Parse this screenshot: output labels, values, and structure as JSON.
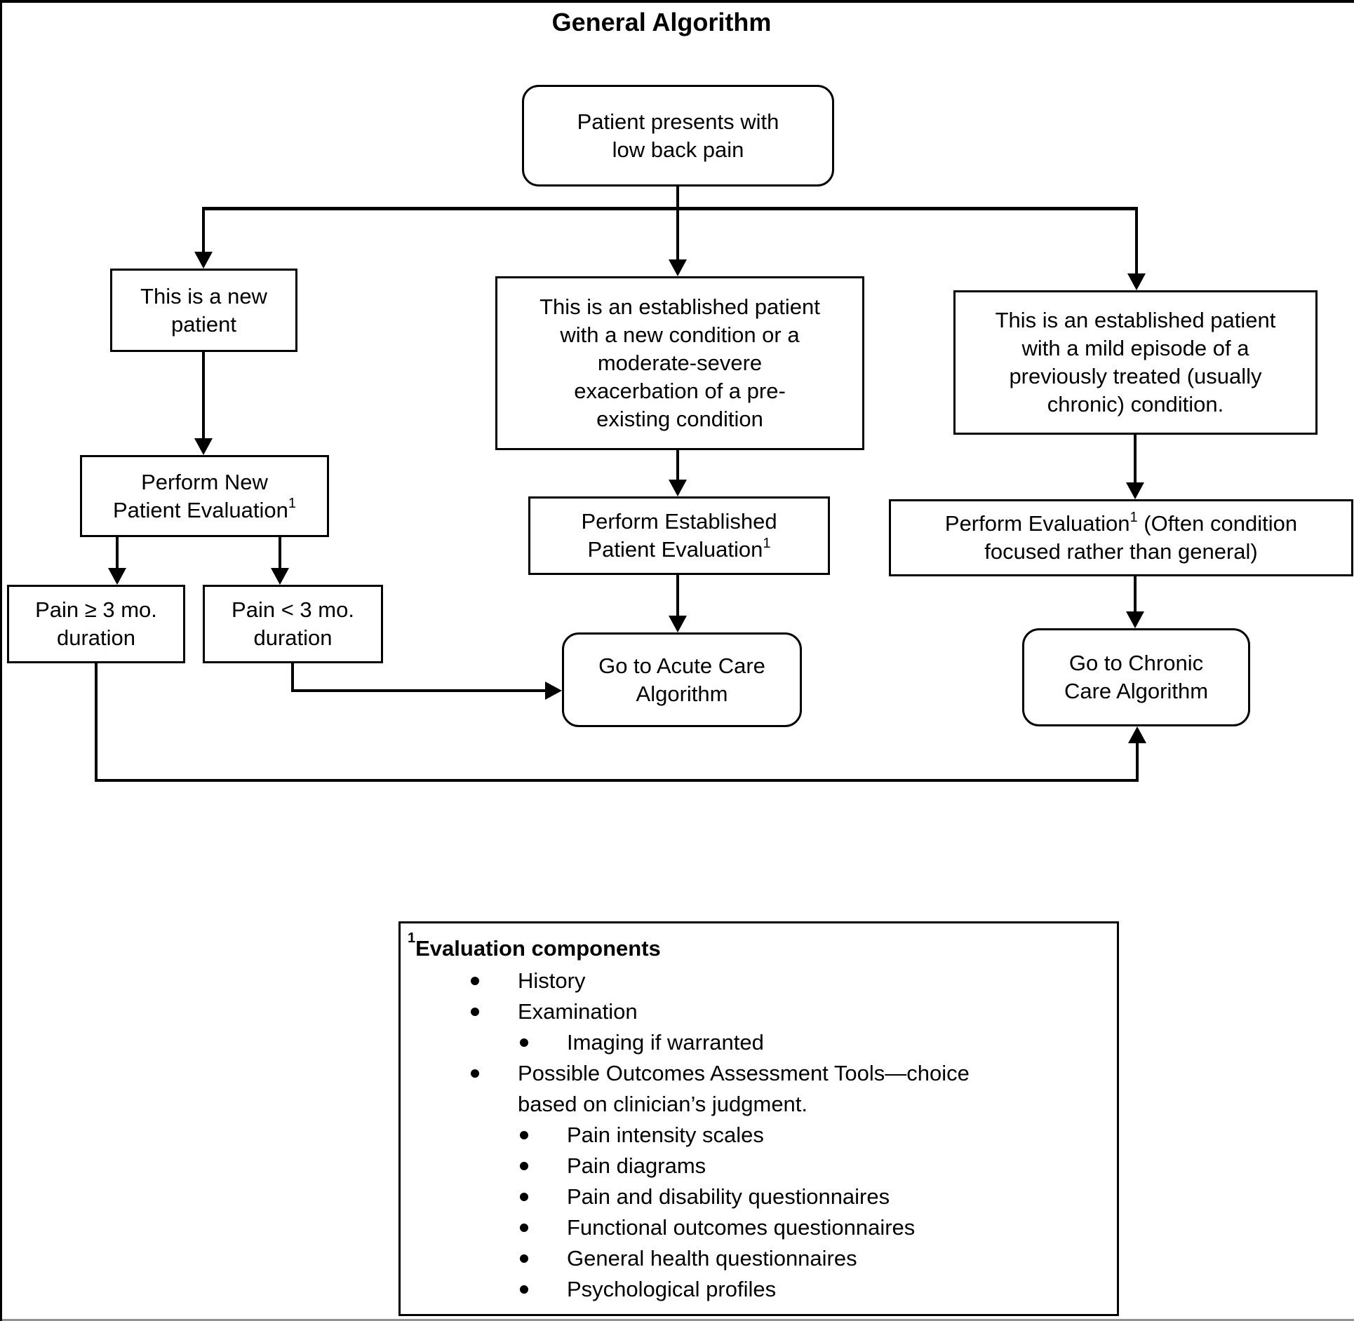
{
  "title": "General Algorithm",
  "colors": {
    "line": "#000000",
    "background": "#ffffff",
    "bottom_strip": "#929292"
  },
  "nodes": {
    "patient_presents": {
      "lines": [
        "Patient presents with",
        "low back pain"
      ]
    },
    "new_patient": {
      "lines": [
        "This is a new",
        "patient"
      ]
    },
    "established_new_condition": {
      "lines": [
        "This is an established patient",
        "with a new condition or a",
        "moderate-severe",
        "exacerbation of a pre-",
        "existing condition"
      ]
    },
    "established_mild_episode": {
      "lines": [
        "This is an established patient",
        "with a mild episode of a",
        "previously treated (usually",
        "chronic) condition."
      ]
    },
    "perform_new_eval": {
      "line1": "Perform New",
      "line2": "Patient Evaluation",
      "sup": "1"
    },
    "perform_established_eval": {
      "line1": "Perform Established",
      "line2": "Patient Evaluation",
      "sup": "1"
    },
    "perform_eval_condition": {
      "line1_pre": "Perform Evaluation",
      "sup": "1",
      "line1_post": " (Often condition",
      "line2": "focused rather than general)"
    },
    "pain_ge_3mo": {
      "lines": [
        "Pain ≥ 3 mo.",
        "duration"
      ]
    },
    "pain_lt_3mo": {
      "lines": [
        "Pain < 3 mo.",
        "duration"
      ]
    },
    "acute_care": {
      "lines": [
        "Go to Acute Care",
        "Algorithm"
      ]
    },
    "chronic_care": {
      "lines": [
        "Go to Chronic",
        "Care Algorithm"
      ]
    }
  },
  "footnote": {
    "sup": "1",
    "heading": "Evaluation components",
    "items": [
      {
        "level": 1,
        "text": "History"
      },
      {
        "level": 1,
        "text": "Examination"
      },
      {
        "level": 2,
        "text": "Imaging if warranted"
      },
      {
        "level": 1,
        "text": "Possible Outcomes Assessment Tools—choice",
        "text2": "based on clinician’s judgment."
      },
      {
        "level": 2,
        "text": "Pain intensity scales"
      },
      {
        "level": 2,
        "text": "Pain diagrams"
      },
      {
        "level": 2,
        "text": "Pain and disability questionnaires"
      },
      {
        "level": 2,
        "text": "Functional outcomes questionnaires"
      },
      {
        "level": 2,
        "text": "General health questionnaires"
      },
      {
        "level": 2,
        "text": "Psychological profiles"
      }
    ]
  }
}
